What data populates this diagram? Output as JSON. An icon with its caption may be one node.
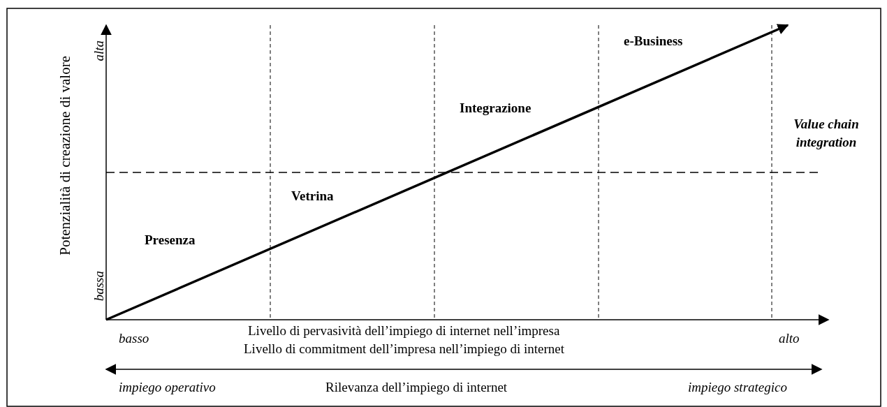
{
  "diagram": {
    "labels": [
      "alta",
      "e-Business",
      "Integrazione",
      "Value chain integration",
      "Vetrina",
      "Potenzialità di creazione di valore",
      "Presenza",
      "bassa",
      "basso",
      "Livello di pervasività dell’impiego di internet nell’impresa",
      "alto",
      "Livello di commitment dell’impresa nell’impiego di internet",
      "impiego operativo",
      "Rilevanza dell’impiego di internet",
      "impiego strategico"
    ]
  }
}
